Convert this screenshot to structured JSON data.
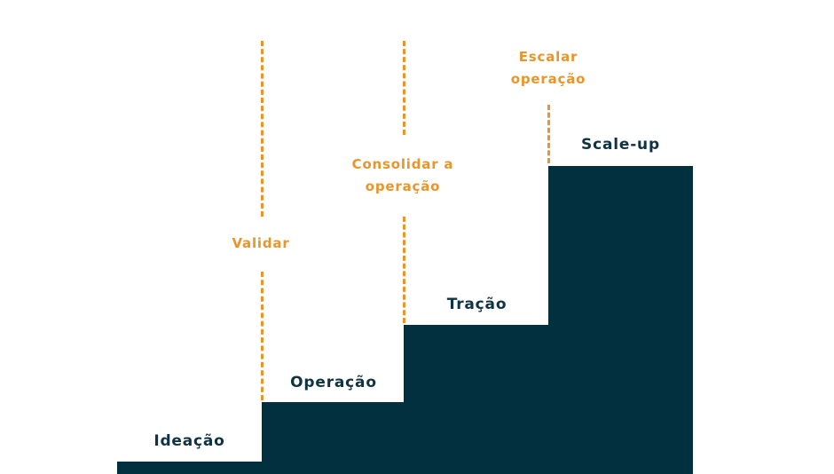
{
  "stages": [
    {
      "label": "Ideação"
    },
    {
      "label": "Operação"
    },
    {
      "label": "Tração"
    },
    {
      "label": "Scale-up"
    }
  ],
  "transitions": [
    {
      "label": "Validar"
    },
    {
      "label": "Consolidar a operação"
    },
    {
      "label": "Escalar operação"
    }
  ],
  "colors": {
    "step_fill": "#02303f",
    "stage_text": "#0f3342",
    "transition_accent": "#e8952a",
    "background": "#ffffff"
  }
}
